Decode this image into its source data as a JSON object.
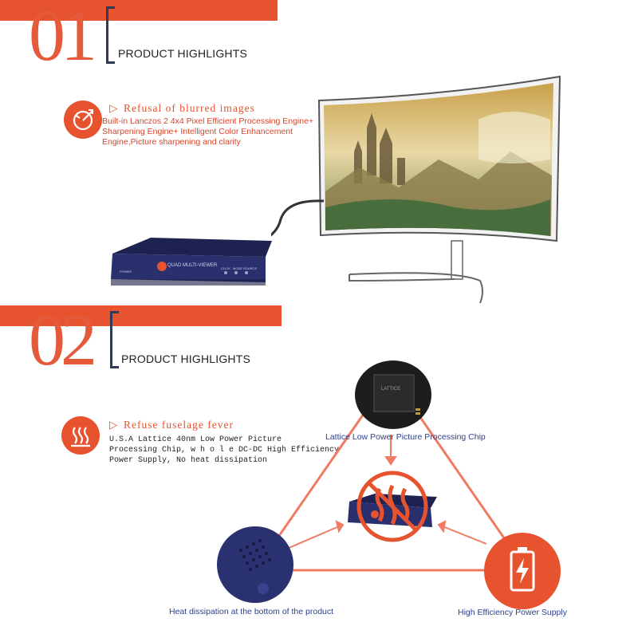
{
  "section1": {
    "number": "01",
    "title": "PRODUCT HIGHLIGHTS",
    "feature_title": "Refusal of blurred images",
    "feature_text": "Built-in Lanczos 2 4x4 Pixel Efficient Processing Engine+ Sharpening Engine+ Intelligent Color Enhancement Engine,Picture sharpening and clarity",
    "device_label": "QUAD MULTI-VIEWER",
    "device_port_labels": [
      "CLICK",
      "MODE",
      "SOURCE"
    ],
    "device_power_label": "POWER"
  },
  "section2": {
    "number": "02",
    "title": "PRODUCT HIGHLIGHTS",
    "feature_title": "Refuse fuselage fever",
    "feature_text_lines": [
      "U.S.A Lattice 40nm Low Power Picture",
      "Processing Chip, w h o l e DC-DC High Efficiency",
      "Power Supply, No heat dissipation"
    ],
    "chip_label": "LATTICE",
    "caption_chip": "Lattice Low Power Picture Processing Chip",
    "caption_heat": "Heat dissipation at the bottom of the product",
    "caption_power": "High Efficiency Power Supply"
  },
  "colors": {
    "accent": "#e8532f",
    "number": "#e45a3a",
    "bracket": "#2f3a55",
    "caption": "#2d3f8f",
    "device": "#2a2f6e"
  },
  "icons": [
    "target-icon",
    "heat-waves-icon",
    "battery-icon"
  ]
}
